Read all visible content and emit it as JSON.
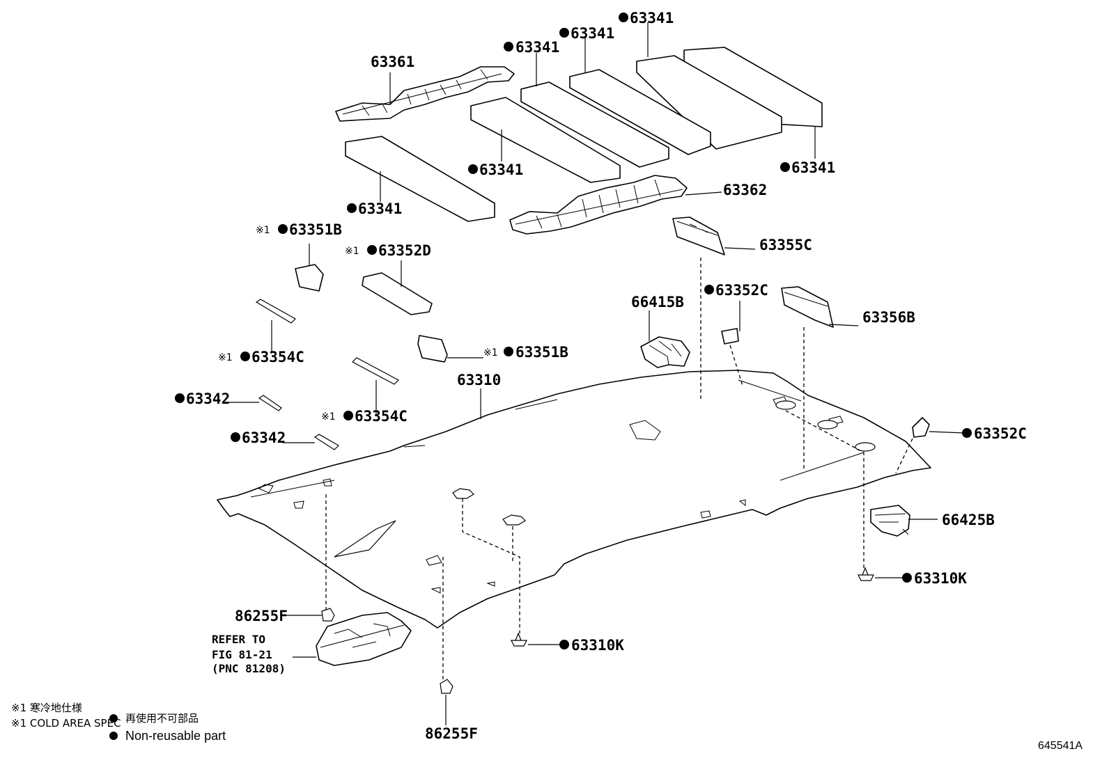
{
  "labels": {
    "p63341_a": "63341",
    "p63341_b": "63341",
    "p63341_c": "63341",
    "p63341_d": "63341",
    "p63341_e": "63341",
    "p63341_f": "63341",
    "p63361": "63361",
    "p63362": "63362",
    "p63351b_a": "63351B",
    "p63352d": "63352D",
    "p63355c": "63355C",
    "p63352c_a": "63352C",
    "p66415b": "66415B",
    "p63356b": "63356B",
    "p63354c_a": "63354C",
    "p63351b_b": "63351B",
    "p63310": "63310",
    "p63342_a": "63342",
    "p63354c_b": "63354C",
    "p63342_b": "63342",
    "p63352c_b": "63352C",
    "p66425b": "66425B",
    "p63310k_a": "63310K",
    "p86255f_a": "86255F",
    "p63310k_b": "63310K",
    "p86255f_b": "86255F"
  },
  "cold_mark": "※1",
  "refer": {
    "line1": "REFER TO",
    "line2": "FIG 81-21",
    "line3": "(PNC 81208)"
  },
  "legend": {
    "cold_jp": "※1 寒冷地仕様",
    "cold_en": "※1 COLD AREA SPEC",
    "nonreuse_jp": "再使用不可部品",
    "nonreuse_en": "Non-reusable part"
  },
  "figure_code": "645541A"
}
